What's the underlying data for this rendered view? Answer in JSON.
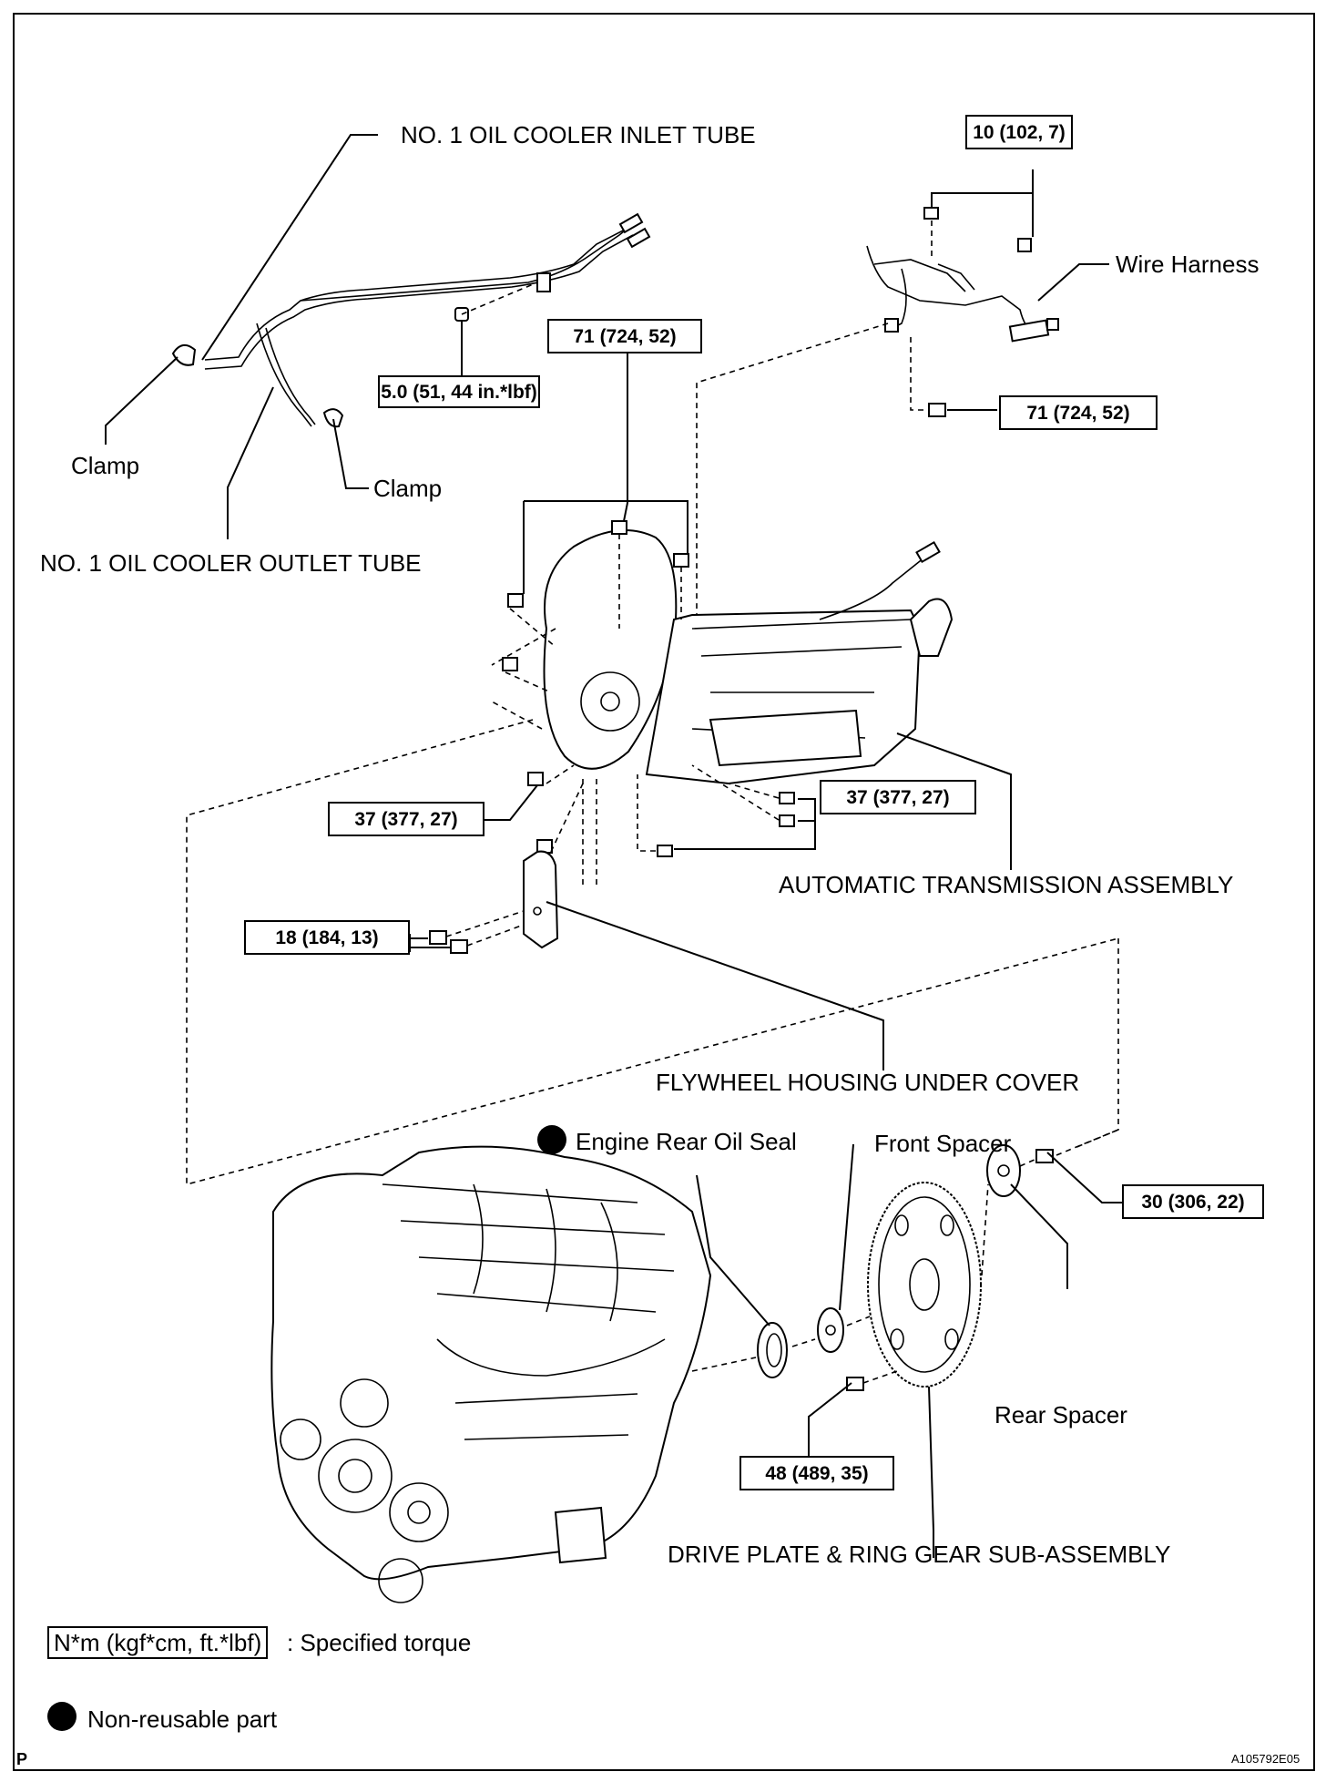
{
  "parts": {
    "inlet_tube": "NO. 1 OIL COOLER INLET TUBE",
    "outlet_tube": "NO. 1 OIL COOLER OUTLET TUBE",
    "clamp_left": "Clamp",
    "clamp_right": "Clamp",
    "wire_harness": "Wire Harness",
    "transmission": "AUTOMATIC TRANSMISSION ASSEMBLY",
    "flywheel_cover": "FLYWHEEL HOUSING UNDER COVER",
    "rear_oil_seal": "Engine Rear Oil Seal",
    "front_spacer": "Front Spacer",
    "rear_spacer": "Rear Spacer",
    "drive_plate": "DRIVE PLATE & RING GEAR SUB-ASSEMBLY"
  },
  "torque": {
    "harness_bolt": "10 (102, 7)",
    "tube_bolt": "5.0 (51, 44 in.*lbf)",
    "housing_bolt_top": "71 (724, 52)",
    "harness_bracket_bolt": "71 (724, 52)",
    "housing_bolt_left": "37 (377, 27)",
    "housing_bolt_right": "37 (377, 27)",
    "cover_bolt": "18 (184, 13)",
    "drive_plate_bolt": "30 (306, 22)",
    "converter_bolt": "48 (489, 35)"
  },
  "legend": {
    "torque_unit": "N*m (kgf*cm, ft.*lbf)",
    "torque_desc": ": Specified torque",
    "non_reusable": "Non-reusable part"
  },
  "footer": {
    "page_letter": "P",
    "figure_id": "A105792E05"
  }
}
